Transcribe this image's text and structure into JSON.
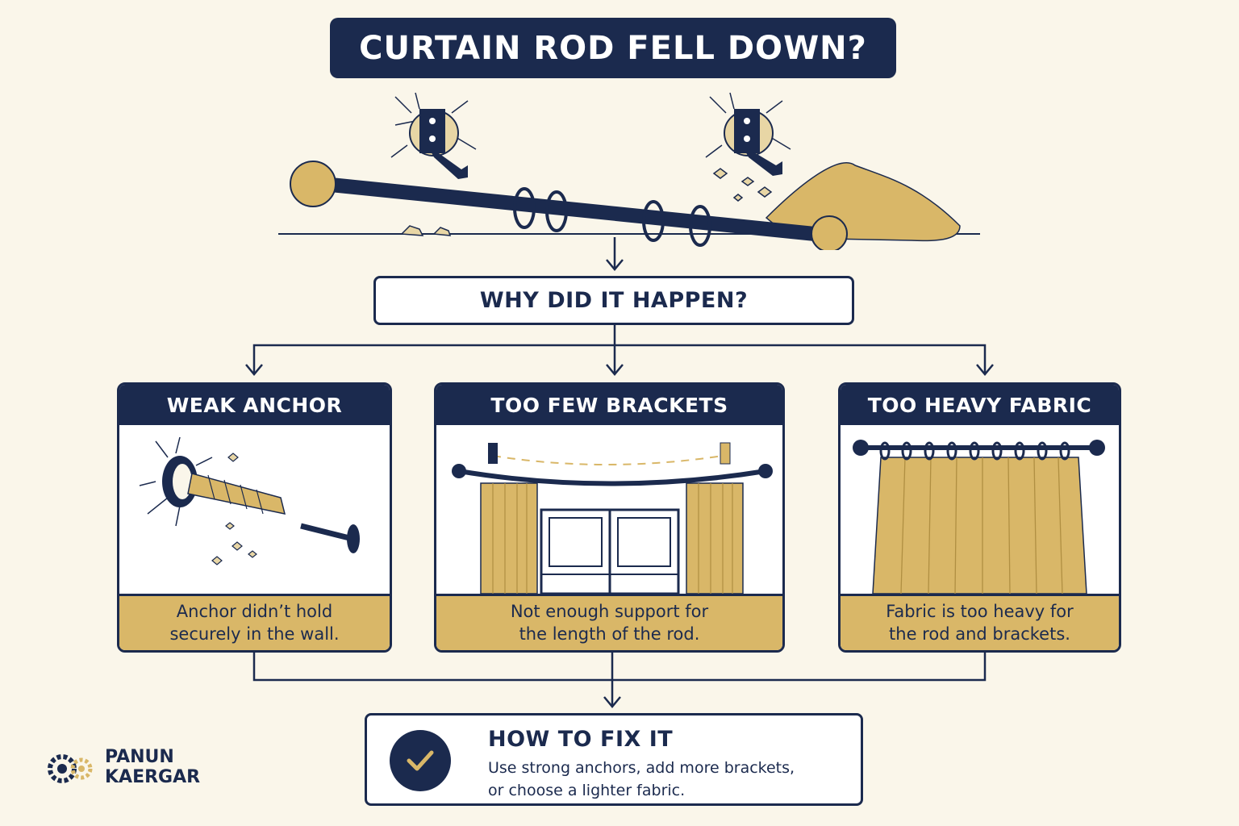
{
  "header": {
    "title": "CURTAIN ROD FELL DOWN?"
  },
  "question": {
    "label": "WHY DID IT HAPPEN?"
  },
  "causes": [
    {
      "title": "WEAK ANCHOR",
      "caption": "Anchor didn’t hold\nsecurely in the wall."
    },
    {
      "title": "TOO FEW BRACKETS",
      "caption": "Not enough support for\nthe length of the rod."
    },
    {
      "title": "TOO HEAVY FABRIC",
      "caption": "Fabric is too heavy for\nthe rod and brackets."
    }
  ],
  "fix": {
    "title": "HOW TO FIX IT",
    "text": "Use strong anchors, add more brackets,\nor choose a lighter fabric."
  },
  "brand": {
    "name": "PANUN\nKAERGAR"
  },
  "colors": {
    "navy": "#1b2a4e",
    "gold": "#d9b768",
    "background": "#faf6ea"
  },
  "icons": {
    "fix": "checkmark-icon",
    "brand": "gear-icon"
  }
}
